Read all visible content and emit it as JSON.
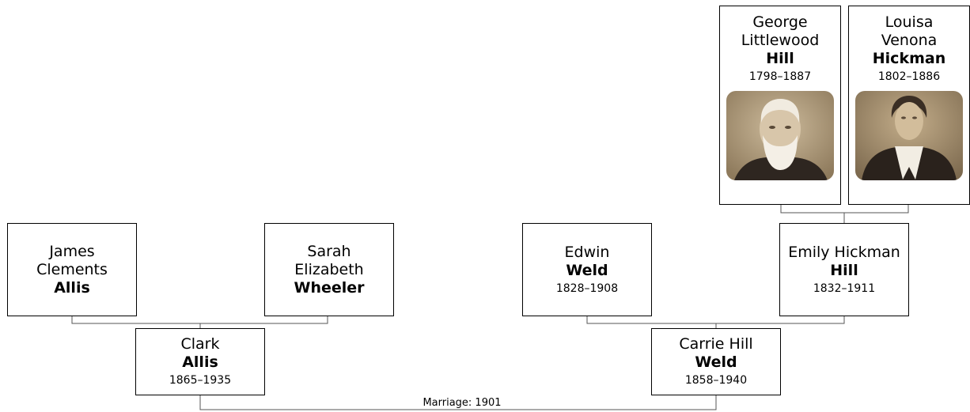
{
  "people": {
    "george": {
      "given_1": "George",
      "given_2": "Littlewood",
      "surname": "Hill",
      "dates": "1798–1887",
      "photo": "portrait-man-sepia"
    },
    "louisa": {
      "given_1": "Louisa",
      "given_2": "Venona",
      "surname": "Hickman",
      "dates": "1802–1886",
      "photo": "portrait-woman-sepia"
    },
    "james": {
      "given_1": "James",
      "given_2": "Clements",
      "surname": "Allis"
    },
    "sarah": {
      "given_1": "Sarah",
      "given_2": "Elizabeth",
      "surname": "Wheeler"
    },
    "edwin": {
      "given_1": "Edwin",
      "surname": "Weld",
      "dates": "1828–1908"
    },
    "emily": {
      "given_1": "Emily Hickman",
      "surname": "Hill",
      "dates": "1832–1911"
    },
    "clark": {
      "given_1": "Clark",
      "surname": "Allis",
      "dates": "1865–1935"
    },
    "carrie": {
      "given_1": "Carrie Hill",
      "surname": "Weld",
      "dates": "1858–1940"
    }
  },
  "marriage": {
    "label": "Marriage: 1901"
  },
  "colors": {
    "line": "#555555",
    "border": "#000000",
    "sepia": "#b09a78"
  }
}
